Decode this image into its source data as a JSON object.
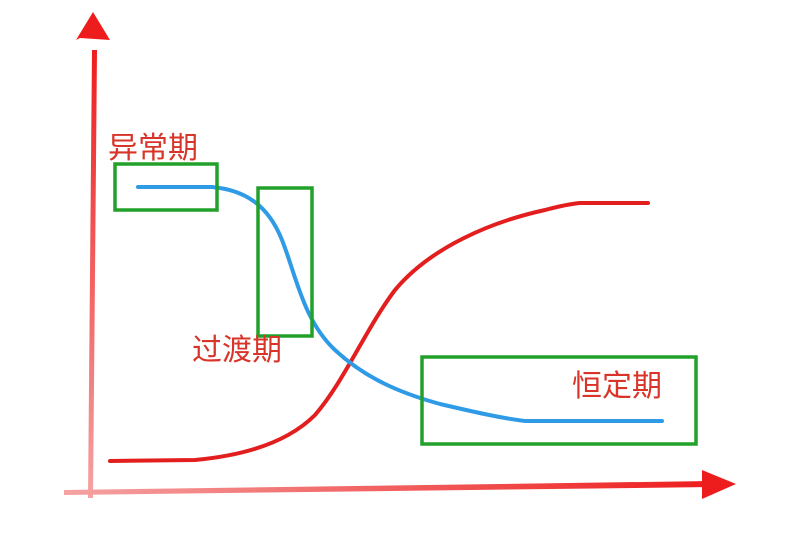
{
  "labels": {
    "abnormal": "异常期",
    "transition": "过渡期",
    "steady": "恒定期"
  },
  "colors": {
    "axis": "#ee1d1d",
    "red_curve": "#e31e1e",
    "blue_curve": "#2f9be6",
    "box": "#22a12a",
    "label": "#d8342a"
  }
}
